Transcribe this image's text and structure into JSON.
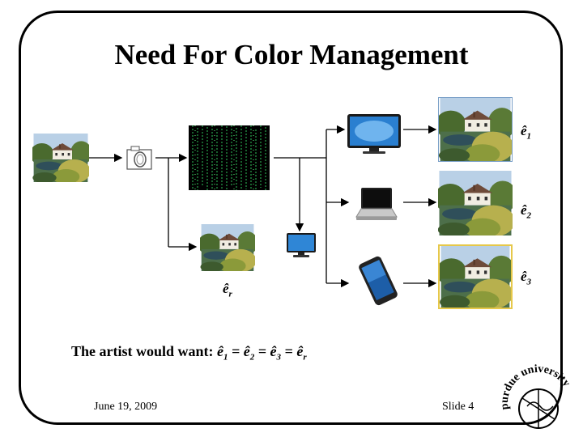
{
  "slide": {
    "title": "Need For Color Management",
    "outputs": [
      {
        "label": "ê",
        "sub": "1"
      },
      {
        "label": "ê",
        "sub": "2"
      },
      {
        "label": "ê",
        "sub": "3"
      }
    ],
    "reference": {
      "label": "ê",
      "sub": "r"
    },
    "caption": {
      "prefix": "The artist would want:",
      "equation": [
        "ê",
        "1",
        " = ",
        "ê",
        "2",
        " = ",
        "ê",
        "3",
        " = ",
        "ê",
        "r"
      ]
    }
  },
  "footer": {
    "date": "June 19, 2009",
    "slide_number": "Slide 4"
  },
  "logo": {
    "text": "purdue university"
  },
  "icons": {
    "camera": "camera-icon",
    "matrix": "digital-data-matrix",
    "monitor": "monitor-icon",
    "laptop": "laptop-icon",
    "phone": "phone-icon",
    "small_monitor": "small-monitor-icon"
  }
}
